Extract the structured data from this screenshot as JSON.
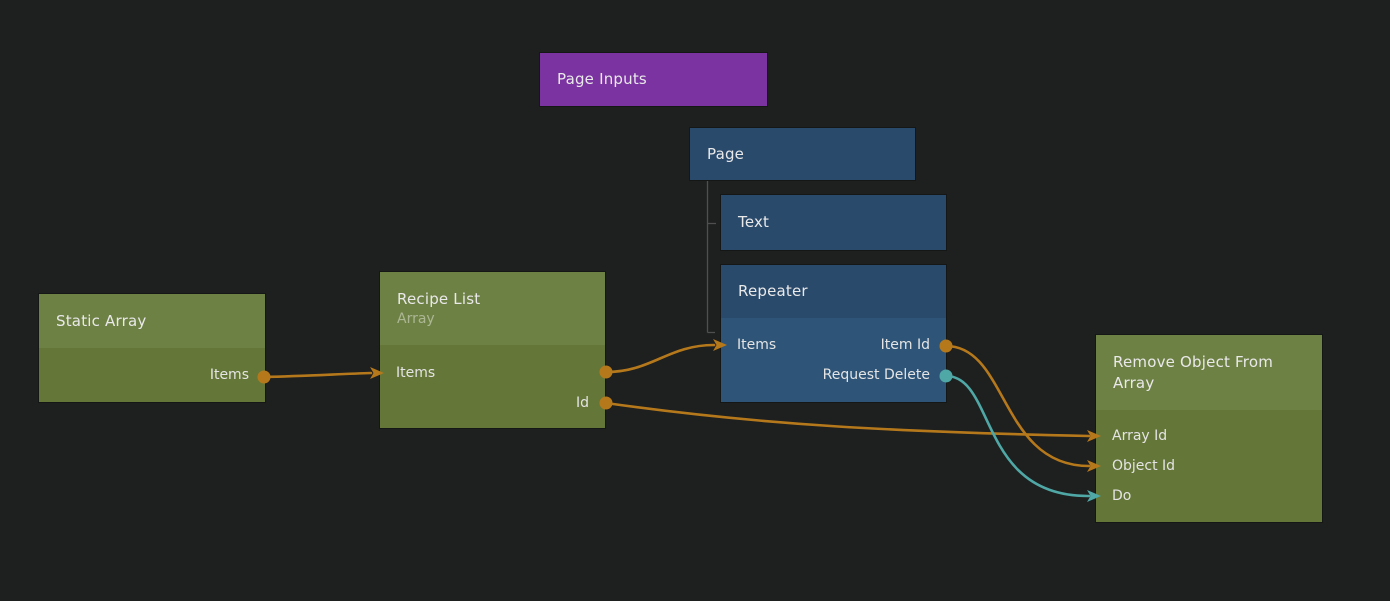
{
  "colors": {
    "background": "#1e1f1f",
    "orange": "#b5791c",
    "teal": "#4fa8a6",
    "purple": "#7a33a0",
    "blue_header": "#2a4a6b",
    "blue_body": "#2e5577",
    "green_header": "#6e8145",
    "green_body": "#647738",
    "tree_line": "#4f4f4f"
  },
  "nodes": {
    "page_inputs": {
      "title": "Page Inputs"
    },
    "page": {
      "title": "Page"
    },
    "text": {
      "title": "Text"
    },
    "repeater": {
      "title": "Repeater",
      "ports": {
        "items": "Items",
        "item_id": "Item Id",
        "request_delete": "Request Delete"
      }
    },
    "static_array": {
      "title": "Static Array",
      "ports": {
        "items": "Items"
      }
    },
    "recipe_list": {
      "title": "Recipe List",
      "subtitle": "Array",
      "ports": {
        "items": "Items",
        "id": "Id"
      }
    },
    "remove_object_from_array": {
      "title": "Remove Object From Array",
      "ports": {
        "array_id": "Array Id",
        "object_id": "Object Id",
        "do": "Do"
      }
    }
  },
  "hierarchy": [
    {
      "parent": "Page",
      "children": [
        "Text",
        "Repeater"
      ]
    }
  ],
  "connections": [
    {
      "from_node": "Static Array",
      "from_port": "Items",
      "to_node": "Recipe List",
      "to_port": "Items",
      "color": "#b5791c"
    },
    {
      "from_node": "Recipe List",
      "from_port": "Items",
      "to_node": "Repeater",
      "to_port": "Items",
      "color": "#b5791c"
    },
    {
      "from_node": "Recipe List",
      "from_port": "Id",
      "to_node": "Remove Object From Array",
      "to_port": "Array Id",
      "color": "#b5791c"
    },
    {
      "from_node": "Repeater",
      "from_port": "Item Id",
      "to_node": "Remove Object From Array",
      "to_port": "Object Id",
      "color": "#b5791c"
    },
    {
      "from_node": "Repeater",
      "from_port": "Request Delete",
      "to_node": "Remove Object From Array",
      "to_port": "Do",
      "color": "#4fa8a6"
    }
  ]
}
